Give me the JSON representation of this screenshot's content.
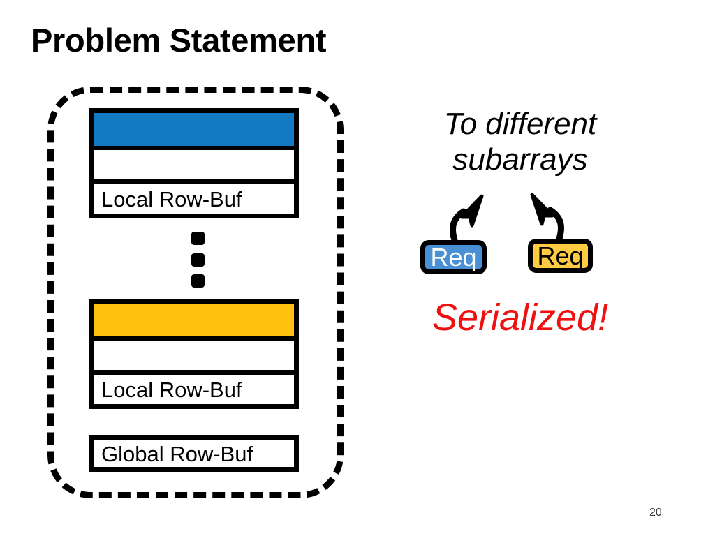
{
  "slide": {
    "title": "Problem Statement",
    "page_number": "20",
    "background_color": "#FFFFFF"
  },
  "bank": {
    "container_style": "dashed-rounded-rectangle",
    "border_color": "#000000",
    "subarrays": [
      {
        "id": "subarray-top",
        "open_row_color": "#1379C2",
        "open_row_state": "activated",
        "closed_row_color": "#FFFFFF",
        "local_row_buffer_label": "Local Row-Buf"
      },
      {
        "id": "subarray-bottom",
        "open_row_color": "#FFC20E",
        "open_row_state": "activated",
        "closed_row_color": "#FFFFFF",
        "local_row_buffer_label": "Local Row-Buf"
      }
    ],
    "ellipsis_dots": 3,
    "global_row_buffer_label": "Global Row-Buf"
  },
  "annotations": {
    "caption_line_1": "To different",
    "caption_line_2": "subarrays",
    "serialized_label": "Serialized!",
    "serialized_color": "#EE1111"
  },
  "requests": [
    {
      "id": "req-blue",
      "label": "Req",
      "fill_color": "#4A90D4",
      "text_color": "#FFFFFF",
      "arrow_direction": "up-right"
    },
    {
      "id": "req-yellow",
      "label": "Req",
      "fill_color": "#FFCB42",
      "text_color": "#000000",
      "arrow_direction": "up-left"
    }
  ]
}
